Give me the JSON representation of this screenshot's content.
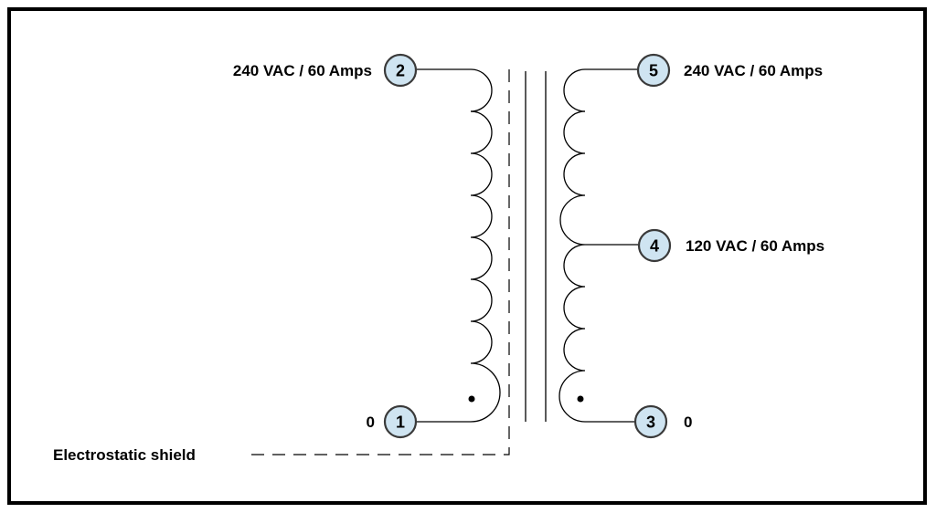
{
  "diagram": {
    "terminals": [
      {
        "id": "2",
        "label": "240 VAC / 60 Amps"
      },
      {
        "id": "1",
        "label": "0"
      },
      {
        "id": "5",
        "label": "240 VAC / 60 Amps"
      },
      {
        "id": "4",
        "label": "120 VAC / 60 Amps"
      },
      {
        "id": "3",
        "label": "0"
      }
    ],
    "shield_label": "Electrostatic shield",
    "colors": {
      "terminal_fill": "#cfe4f1",
      "terminal_stroke": "#3a3a3a",
      "line": "#000000",
      "border": "#000000"
    }
  }
}
